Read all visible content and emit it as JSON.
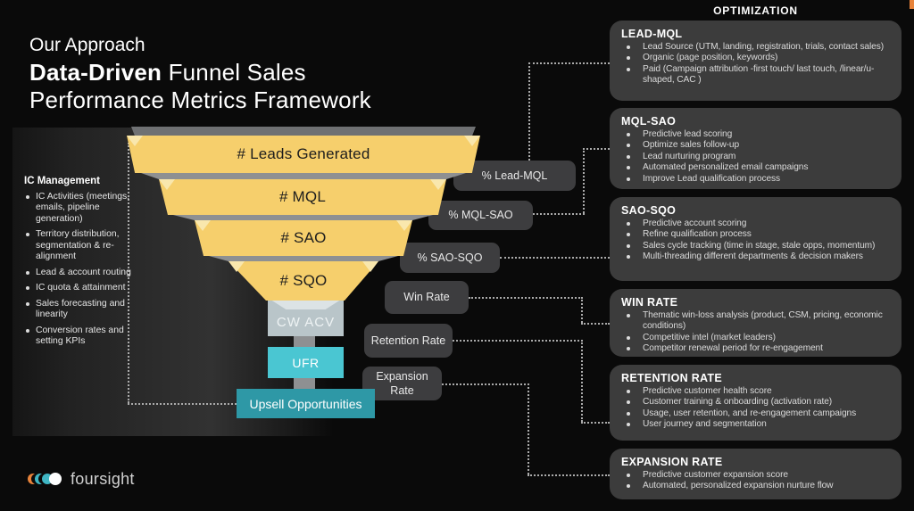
{
  "slide": {
    "eyebrow": "Our Approach",
    "title_bold": "Data-Driven",
    "title_tail": " Funnel Sales",
    "title_line2": "Performance Metrics Framework"
  },
  "colors": {
    "background": "#0a0a0a",
    "funnel_yellow": "#f6cf6c",
    "funnel_fold": "#f9e7ad",
    "funnel_gray": "#8e9092",
    "cw_acv_gray": "#b9c5c9",
    "ufr_teal": "#4ac6d2",
    "upsell_teal": "#2e98a6",
    "panel_gray": "#3c3c3c",
    "accent_orange": "#e8833a",
    "logo_teal": "#3fb6c4"
  },
  "ic_management": {
    "title": "IC Management",
    "items": [
      "IC Activities (meetings, emails, pipeline generation)",
      "Territory distribution, segmentation & re-alignment",
      "Lead & account routing",
      "IC quota & attainment",
      "Sales forecasting and linearity",
      "Conversion rates and setting KPIs"
    ]
  },
  "funnel": {
    "stages": [
      "# Leads Generated",
      "# MQL",
      "# SAO",
      "# SQO"
    ],
    "boxes": [
      "CW ACV",
      "UFR",
      "Upsell Opportunities"
    ]
  },
  "metrics": [
    "% Lead-MQL",
    "% MQL-SAO",
    "% SAO-SQO",
    "Win Rate",
    "Retention Rate",
    "Expansion Rate"
  ],
  "optimization": {
    "header": "OPTIMIZATION",
    "panels": [
      {
        "title": "LEAD-MQL",
        "bullets": [
          "Lead Source (UTM, landing, registration, trials, contact sales)",
          "Organic (page position, keywords)",
          "Paid (Campaign attribution -first touch/ last touch, /linear/u-shaped, CAC )"
        ]
      },
      {
        "title": "MQL-SAO",
        "bullets": [
          "Predictive lead scoring",
          "Optimize sales follow-up",
          "Lead nurturing program",
          "Automated personalized email campaigns",
          "Improve Lead qualification process"
        ]
      },
      {
        "title": "SAO-SQO",
        "bullets": [
          "Predictive account scoring",
          "Refine qualification process",
          "Sales cycle tracking (time in stage, stale opps, momentum)",
          "Multi-threading different departments & decision makers"
        ]
      },
      {
        "title": "WIN RATE",
        "bullets": [
          "Thematic win-loss analysis (product, CSM, pricing, economic conditions)",
          "Competitive intel (market leaders)",
          "Competitor renewal period for re-engagement"
        ]
      },
      {
        "title": "RETENTION RATE",
        "bullets": [
          "Predictive customer health score",
          "Customer training & onboarding (activation rate)",
          "Usage, user retention, and re-engagement campaigns",
          "User journey and segmentation"
        ]
      },
      {
        "title": "EXPANSION RATE",
        "bullets": [
          "Predictive customer expansion score",
          "Automated, personalized expansion nurture flow"
        ]
      }
    ]
  },
  "footer": {
    "logo_text": "foursight"
  }
}
